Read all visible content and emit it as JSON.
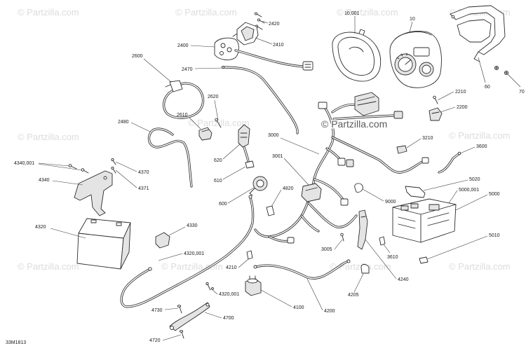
{
  "watermark": {
    "text": "© Partzilla.com"
  },
  "diagram": {
    "drawing_number": "33M1813",
    "callouts": [
      "2420",
      "2410",
      "2400",
      "10,001",
      "10",
      "60",
      "70",
      "2600",
      "2470",
      "2620",
      "2210",
      "2200",
      "2610",
      "2480",
      "3000",
      "3210",
      "3600",
      "3001",
      "620",
      "4340,001",
      "4370",
      "4340",
      "610",
      "4371",
      "5020",
      "4820",
      "5000,001",
      "5000",
      "9000",
      "600",
      "4320",
      "4330",
      "5010",
      "4320,001",
      "3005",
      "3610",
      "4210",
      "4240",
      "4320,001",
      "4205",
      "4100",
      "4200",
      "4730",
      "4700",
      "4720"
    ]
  },
  "colors": {
    "background": "#ffffff",
    "line": "#2b2b2b",
    "watermark": "#dcdcdc",
    "watermark_center": "#5c5c5c"
  }
}
